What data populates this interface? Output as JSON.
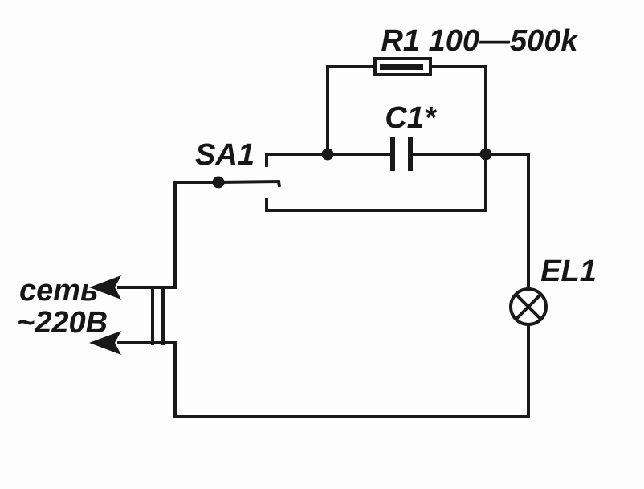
{
  "schematic": {
    "type": "circuit-diagram",
    "background": "#fdfdfd",
    "line_color": "#191919",
    "labels": {
      "resistor": "R1 100—500k",
      "capacitor": "C1*",
      "switch": "SA1",
      "lamp": "EL1",
      "mains_line1": "сеть",
      "mains_line2": "~220В"
    },
    "components": [
      {
        "ref": "R1",
        "type": "resistor",
        "value": "100—500k"
      },
      {
        "ref": "C1",
        "type": "capacitor",
        "value": "*"
      },
      {
        "ref": "SA1",
        "type": "two-throw-switch",
        "value": ""
      },
      {
        "ref": "EL1",
        "type": "incandescent-lamp",
        "value": ""
      },
      {
        "ref": "сеть",
        "type": "mains-supply",
        "value": "~220В"
      }
    ]
  }
}
